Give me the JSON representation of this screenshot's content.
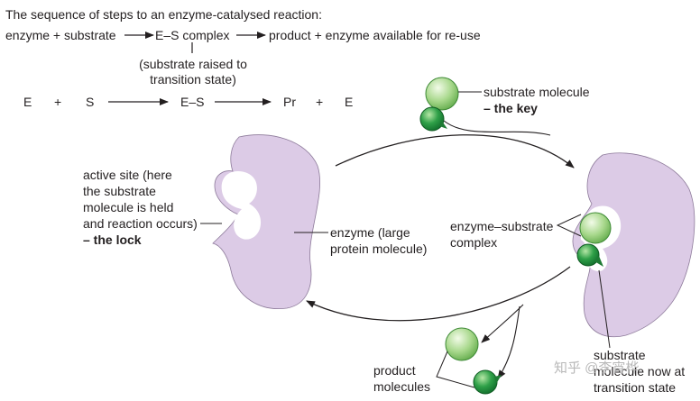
{
  "heading": "The sequence of steps to an enzyme-catalysed reaction:",
  "equation": {
    "enzyme_substrate": "enzyme + substrate",
    "es_complex": "E–S complex",
    "product_enzyme": "product + enzyme available for re-use",
    "note_line1": "(substrate raised to",
    "note_line2": "transition state)"
  },
  "short_equation": {
    "e1": "E",
    "plus1": "+",
    "s": "S",
    "es": "E–S",
    "pr": "Pr",
    "plus2": "+",
    "e2": "E"
  },
  "labels": {
    "substrate_molecule": "substrate molecule",
    "the_key": "– the key",
    "active_site_lines": [
      "active site (here",
      "the substrate",
      "molecule is held",
      "and reaction occurs)"
    ],
    "the_lock": "– the lock",
    "enzyme_lines": [
      "enzyme (large",
      "protein molecule)"
    ],
    "es_complex_lines": [
      "enzyme–substrate",
      "complex"
    ],
    "product_lines": [
      "product",
      "molecules"
    ],
    "transition_lines": [
      "substrate",
      "molecule now at",
      "transition state"
    ]
  },
  "watermark": "知乎 @李宵桦",
  "colors": {
    "enzyme_fill": "#dccbe6",
    "substrate_light": "#a8d88c",
    "substrate_dark": "#2fa048",
    "outline": "#231f20"
  },
  "icons": {
    "substrate_large": "light-green-sphere",
    "substrate_small": "dark-green-sphere"
  }
}
